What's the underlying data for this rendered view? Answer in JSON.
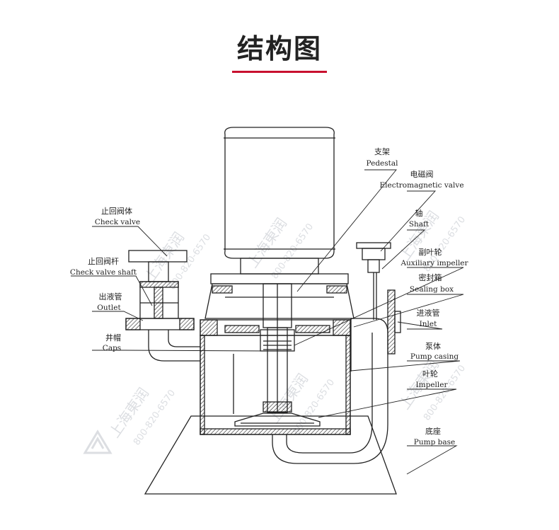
{
  "page": {
    "title": "结构图",
    "accent_color": "#c8102e",
    "line_color": "#222222",
    "watermark_color": "#d6d9dd"
  },
  "watermark": {
    "brand": "上海東润",
    "phone": "800-820-6570",
    "logo_icon": "company-logo-icon"
  },
  "labels": {
    "pedestal": {
      "cn": "支架",
      "en": "Pedestal"
    },
    "solenoid_valve": {
      "cn": "电磁阀",
      "en": "Electromagnetic valve"
    },
    "shaft": {
      "cn": "轴",
      "en": "Shaft"
    },
    "auxiliary_impeller": {
      "cn": "副叶轮",
      "en": "Auxiliary impeller"
    },
    "sealing_box": {
      "cn": "密封箱",
      "en": "Sealing box"
    },
    "inlet": {
      "cn": "进液管",
      "en": "Inlet"
    },
    "pump_casing": {
      "cn": "泵体",
      "en": "Pump casing"
    },
    "impeller": {
      "cn": "叶轮",
      "en": "Impeller"
    },
    "pump_base": {
      "cn": "底座",
      "en": "Pump base"
    },
    "check_valve": {
      "cn": "止回阀体",
      "en": "Check valve"
    },
    "check_valve_shaft": {
      "cn": "止回阀杆",
      "en": "Check valve shaft"
    },
    "outlet": {
      "cn": "出液管",
      "en": "Outlet"
    },
    "caps": {
      "cn": "井帽",
      "en": "Caps"
    }
  }
}
